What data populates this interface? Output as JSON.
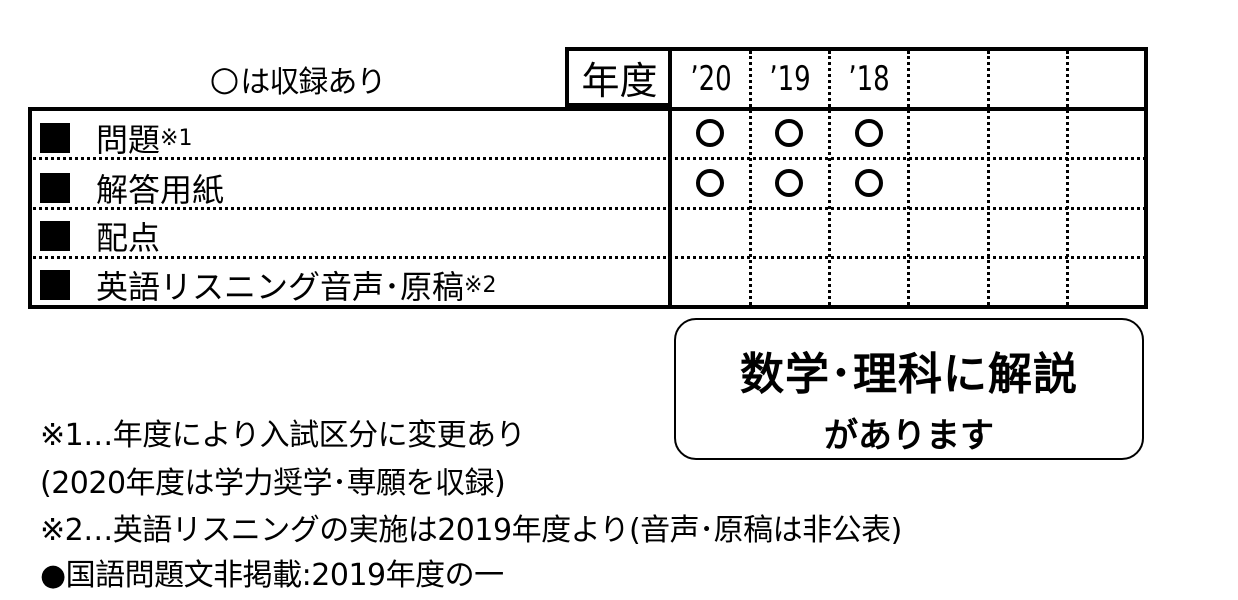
{
  "legend": {
    "mark": "○",
    "text": "は収録あり"
  },
  "table": {
    "year_label": "年度",
    "years": [
      "’20",
      "’19",
      "’18"
    ],
    "rows": [
      {
        "label": "問題",
        "note": "※1",
        "available": [
          true,
          true,
          true
        ]
      },
      {
        "label": "解答用紙",
        "note": "",
        "available": [
          true,
          true,
          true
        ]
      },
      {
        "label": "配点",
        "note": "",
        "available": [
          false,
          false,
          false
        ]
      },
      {
        "label": "英語リスニング音声･原稿",
        "note": "※2",
        "available": [
          false,
          false,
          false
        ]
      }
    ]
  },
  "callout": {
    "line1": "数学･理科に解説",
    "line2": "があります"
  },
  "notes": [
    "※1…年度により入試区分に変更あり",
    "(2020年度は学力奨学･専願を収録)",
    "※2…英語リスニングの実施は2019年度より(音声･原稿は非公表)",
    "●国語問題文非掲載:2019年度の一"
  ]
}
